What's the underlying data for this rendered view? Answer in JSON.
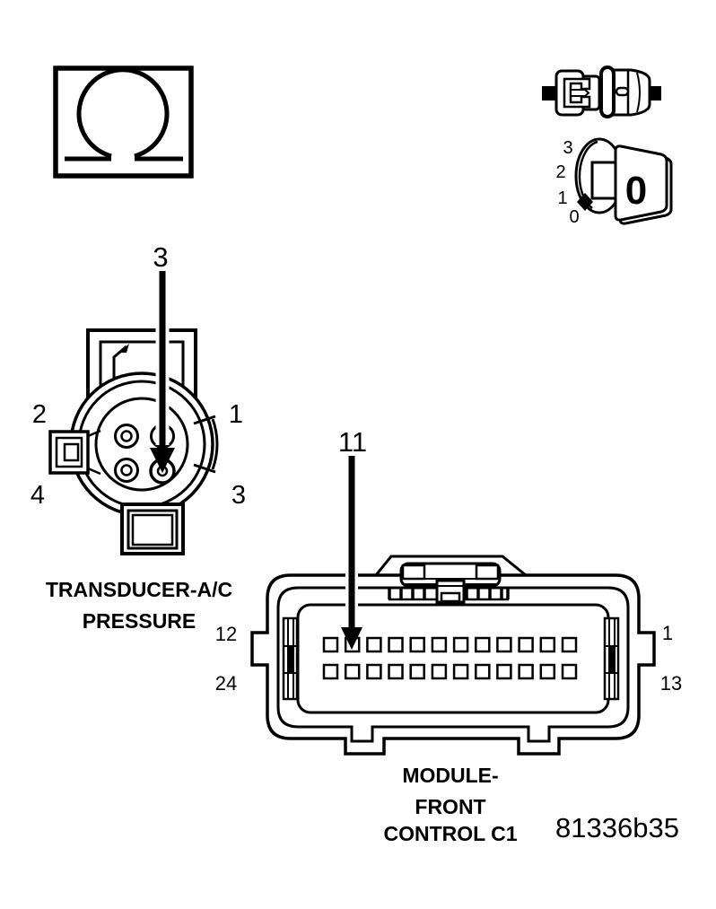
{
  "figure": {
    "code": "81336b35"
  },
  "icons": {
    "rotary_dial": {
      "positions": [
        "3",
        "2",
        "1",
        "0"
      ],
      "key_label": "0"
    }
  },
  "transducer": {
    "name_line1": "TRANSDUCER-A/C",
    "name_line2": "PRESSURE",
    "callout_pin": "3",
    "pin_top_left": "2",
    "pin_top_right": "1",
    "pin_bottom_left": "4",
    "pin_bottom_right": "3"
  },
  "module": {
    "name_line1": "MODULE-",
    "name_line2": "FRONT",
    "name_line3": "CONTROL C1",
    "callout_pin": "11",
    "label_top_left": "12",
    "label_bottom_left": "24",
    "label_top_right": "1",
    "label_bottom_right": "13",
    "pin_grid": {
      "rows": 2,
      "cols": 12
    }
  }
}
